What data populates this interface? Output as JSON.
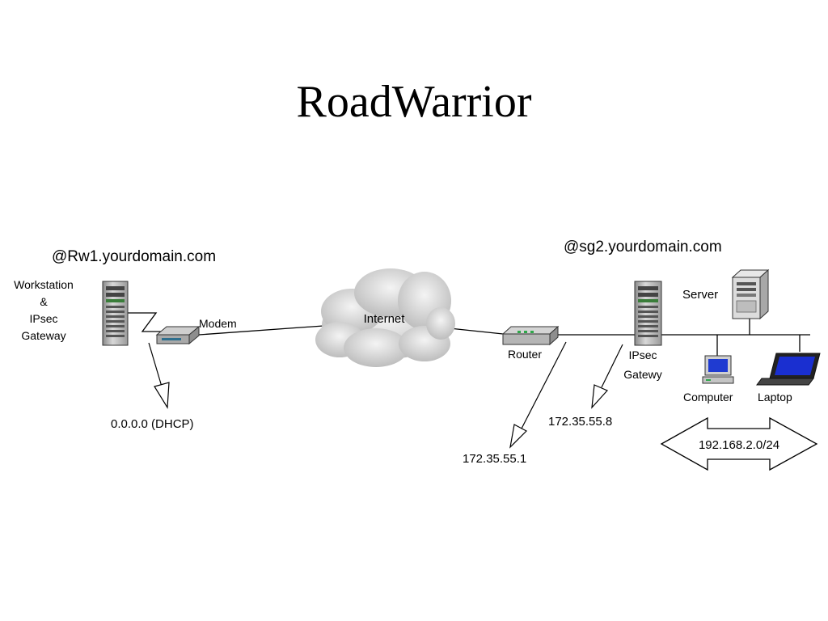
{
  "title": "RoadWarrior",
  "labels": {
    "rw_domain": "@Rw1.yourdomain.com",
    "sg_domain": "@sg2.yourdomain.com",
    "workstation_line1": "Workstation",
    "workstation_line2": "&",
    "workstation_line3": "IPsec",
    "workstation_line4": "Gateway",
    "modem": "Modem",
    "internet": "Internet",
    "router": "Router",
    "ipsec_gateway_line1": "IPsec",
    "ipsec_gateway_line2": "Gatewy",
    "server": "Server",
    "computer": "Computer",
    "laptop": "Laptop",
    "dhcp_address": "0.0.0.0 (DHCP)",
    "router_address": "172.35.55.1",
    "gateway_address": "172.35.55.8",
    "lan_subnet": "192.168.2.0/24"
  },
  "icons": {
    "workstation": "tower-pc-icon",
    "modem": "modem-icon",
    "internet": "cloud-icon",
    "router": "router-icon",
    "ipsec_gateway": "tower-pc-icon",
    "server": "server-icon",
    "computer": "desktop-computer-icon",
    "laptop": "laptop-icon"
  }
}
